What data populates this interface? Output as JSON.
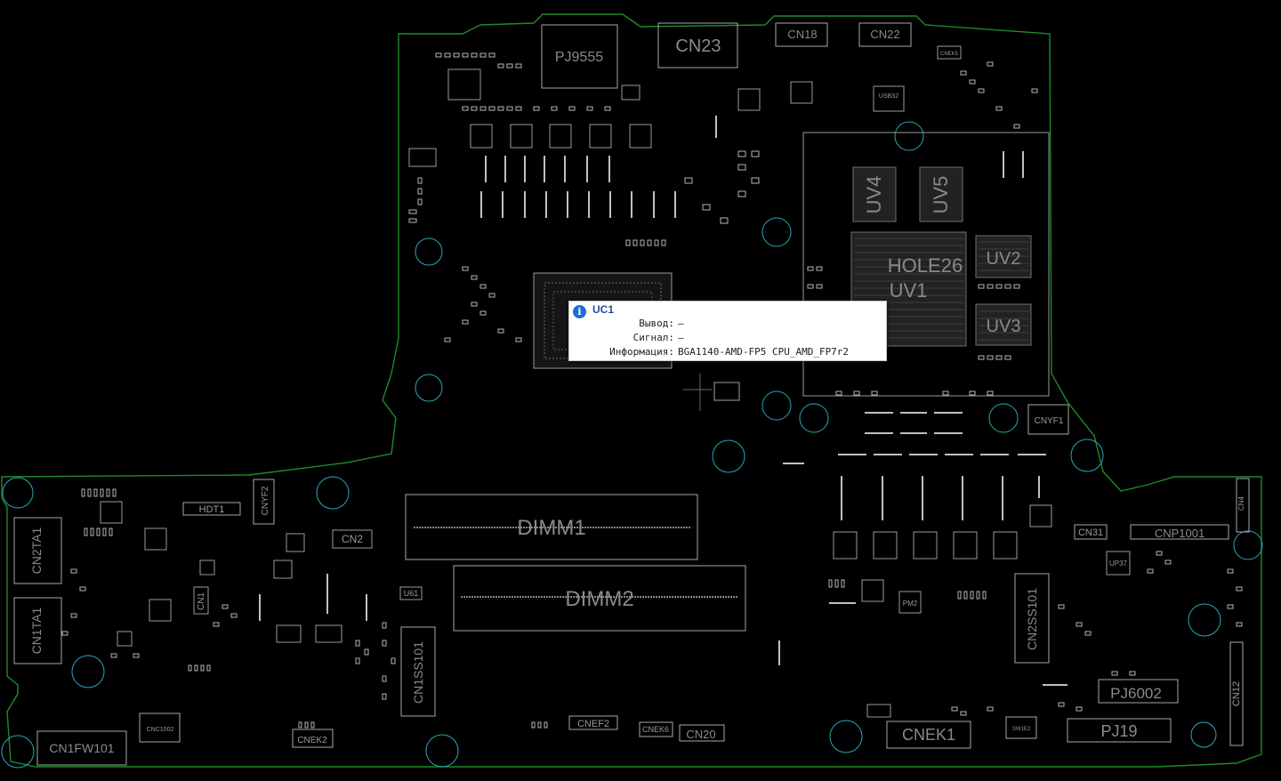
{
  "tooltip": {
    "title": "UC1",
    "rows": [
      {
        "key": "Вывод:",
        "value": "—"
      },
      {
        "key": "Сигнал:",
        "value": "—"
      },
      {
        "key": "Информация:",
        "value": "BGA1140-AMD-FP5 CPU_AMD_FP7r2"
      }
    ]
  },
  "labels": {
    "pj9555": "PJ9555",
    "cn23": "CN23",
    "cn18": "CN18",
    "cn22": "CN22",
    "uv4": "UV4",
    "uv5": "UV5",
    "uv2": "UV2",
    "uv3": "UV3",
    "uv1": "UV1",
    "hole26": "HOLE26",
    "cnyf1": "CNYF1",
    "dimm1": "DIMM1",
    "dimm2": "DIMM2",
    "hdt1": "HDT1",
    "cnyf2": "CNYF2",
    "cn2ta1": "CN2TA1",
    "cn1ta1": "CN1TA1",
    "cn1": "CN1",
    "cn2": "CN2",
    "u61": "U61",
    "cn1ss101": "CN1SS101",
    "cn1fw101": "CN1FW101",
    "cnc1002": "CNC1002",
    "cnek2": "CNEK2",
    "cnef2": "CNEF2",
    "cnek6": "CNEK6",
    "cn20": "CN20",
    "cnek1": "CNEK1",
    "sw1e2": "SW1E2",
    "pj19": "PJ19",
    "pj6002": "PJ6002",
    "cn2ss101": "CN2SS101",
    "cn12": "CN12",
    "cn31": "CN31",
    "cnp1001": "CNP1001",
    "up37": "UP37",
    "pm2": "PM2",
    "cn4": "CN4",
    "cnek5": "CNEK5",
    "usb32": "USB32"
  },
  "colors": {
    "background": "#000000",
    "outline": "#1f8a2a",
    "silkscreen": "#b0b0b0",
    "label": "#8a8a8a",
    "tooltip_title": "#1f4e9b",
    "info_icon": "#1a6fd1"
  }
}
